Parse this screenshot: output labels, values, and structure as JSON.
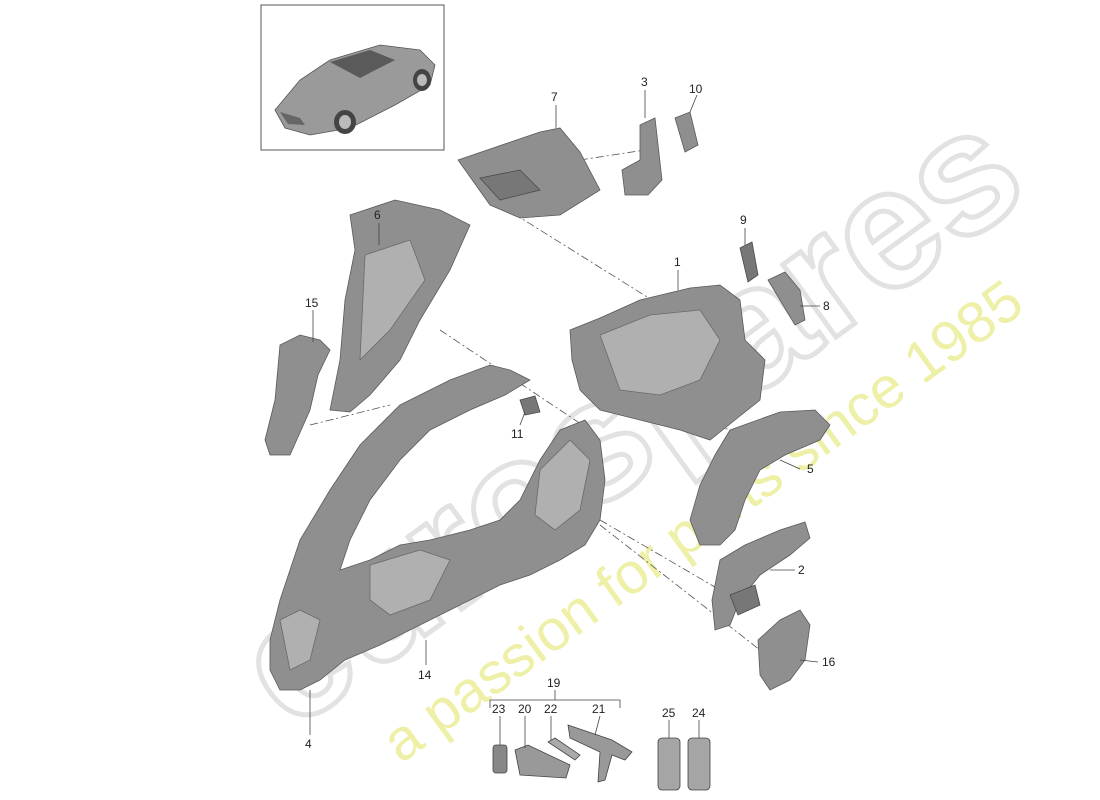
{
  "watermark": {
    "brand": "eurospares",
    "tagline": "a passion for parts since 1985"
  },
  "callouts": {
    "c1": "1",
    "c2": "2",
    "c3": "3",
    "c4": "4",
    "c5": "5",
    "c6": "6",
    "c7": "7",
    "c8": "8",
    "c9": "9",
    "c10": "10",
    "c11": "11",
    "c14": "14",
    "c15": "15",
    "c16": "16",
    "c19": "19",
    "c20": "20",
    "c21": "21",
    "c22": "22",
    "c23": "23",
    "c24": "24",
    "c25": "25"
  },
  "colors": {
    "part": "#8f8f8f",
    "watermark_grey": "#e6e6e6",
    "watermark_yellow": "#eef0a8"
  }
}
